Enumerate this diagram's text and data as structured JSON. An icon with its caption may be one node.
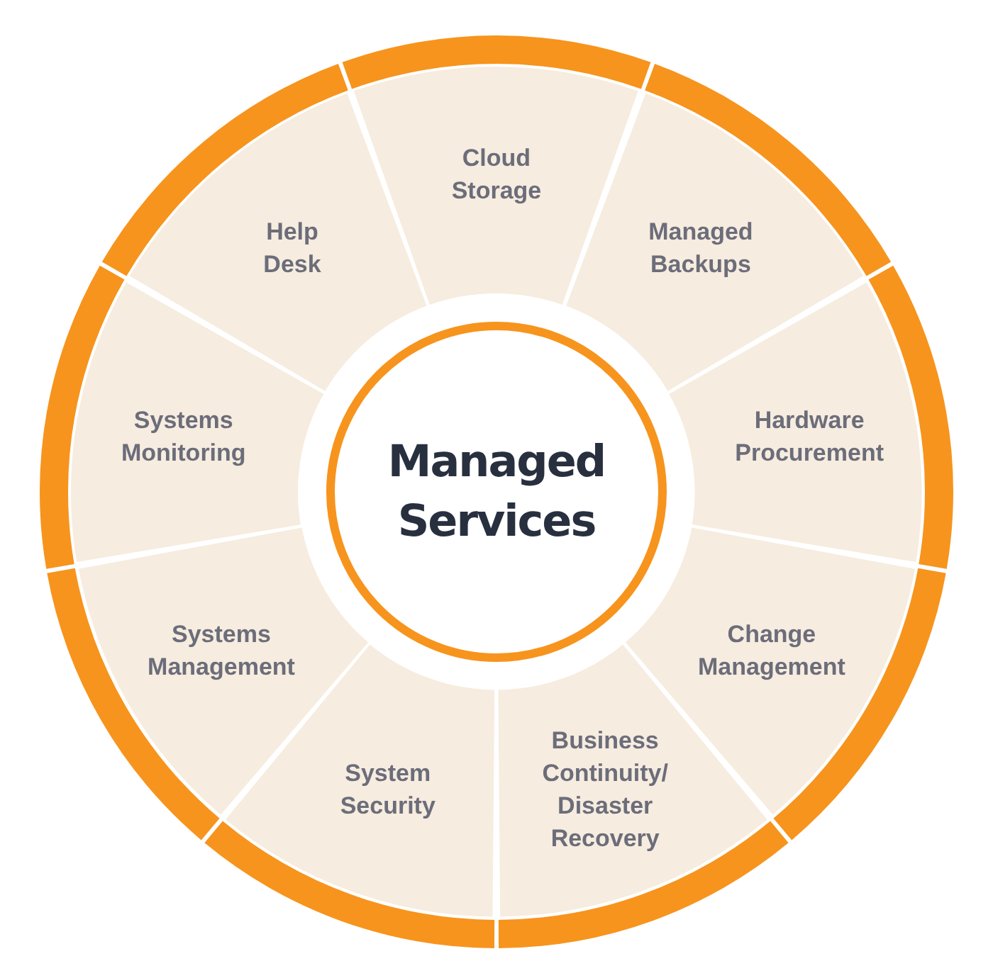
{
  "diagram": {
    "nodes": [
      {
        "text": [
          "Managed Services"
        ]
      },
      {
        "text": [
          "Cloud Storage"
        ]
      },
      {
        "text": [
          "Managed Backups"
        ]
      },
      {
        "text": [
          "Hardware Procurement"
        ]
      },
      {
        "text": [
          "Change Management"
        ]
      },
      {
        "text": [
          "Business Continuity/ Disaster Recovery"
        ]
      },
      {
        "text": [
          "System Security"
        ]
      },
      {
        "text": [
          "Systems Management"
        ]
      },
      {
        "text": [
          "Systems Monitoring"
        ]
      },
      {
        "text": [
          "Help Desk"
        ]
      }
    ]
  }
}
